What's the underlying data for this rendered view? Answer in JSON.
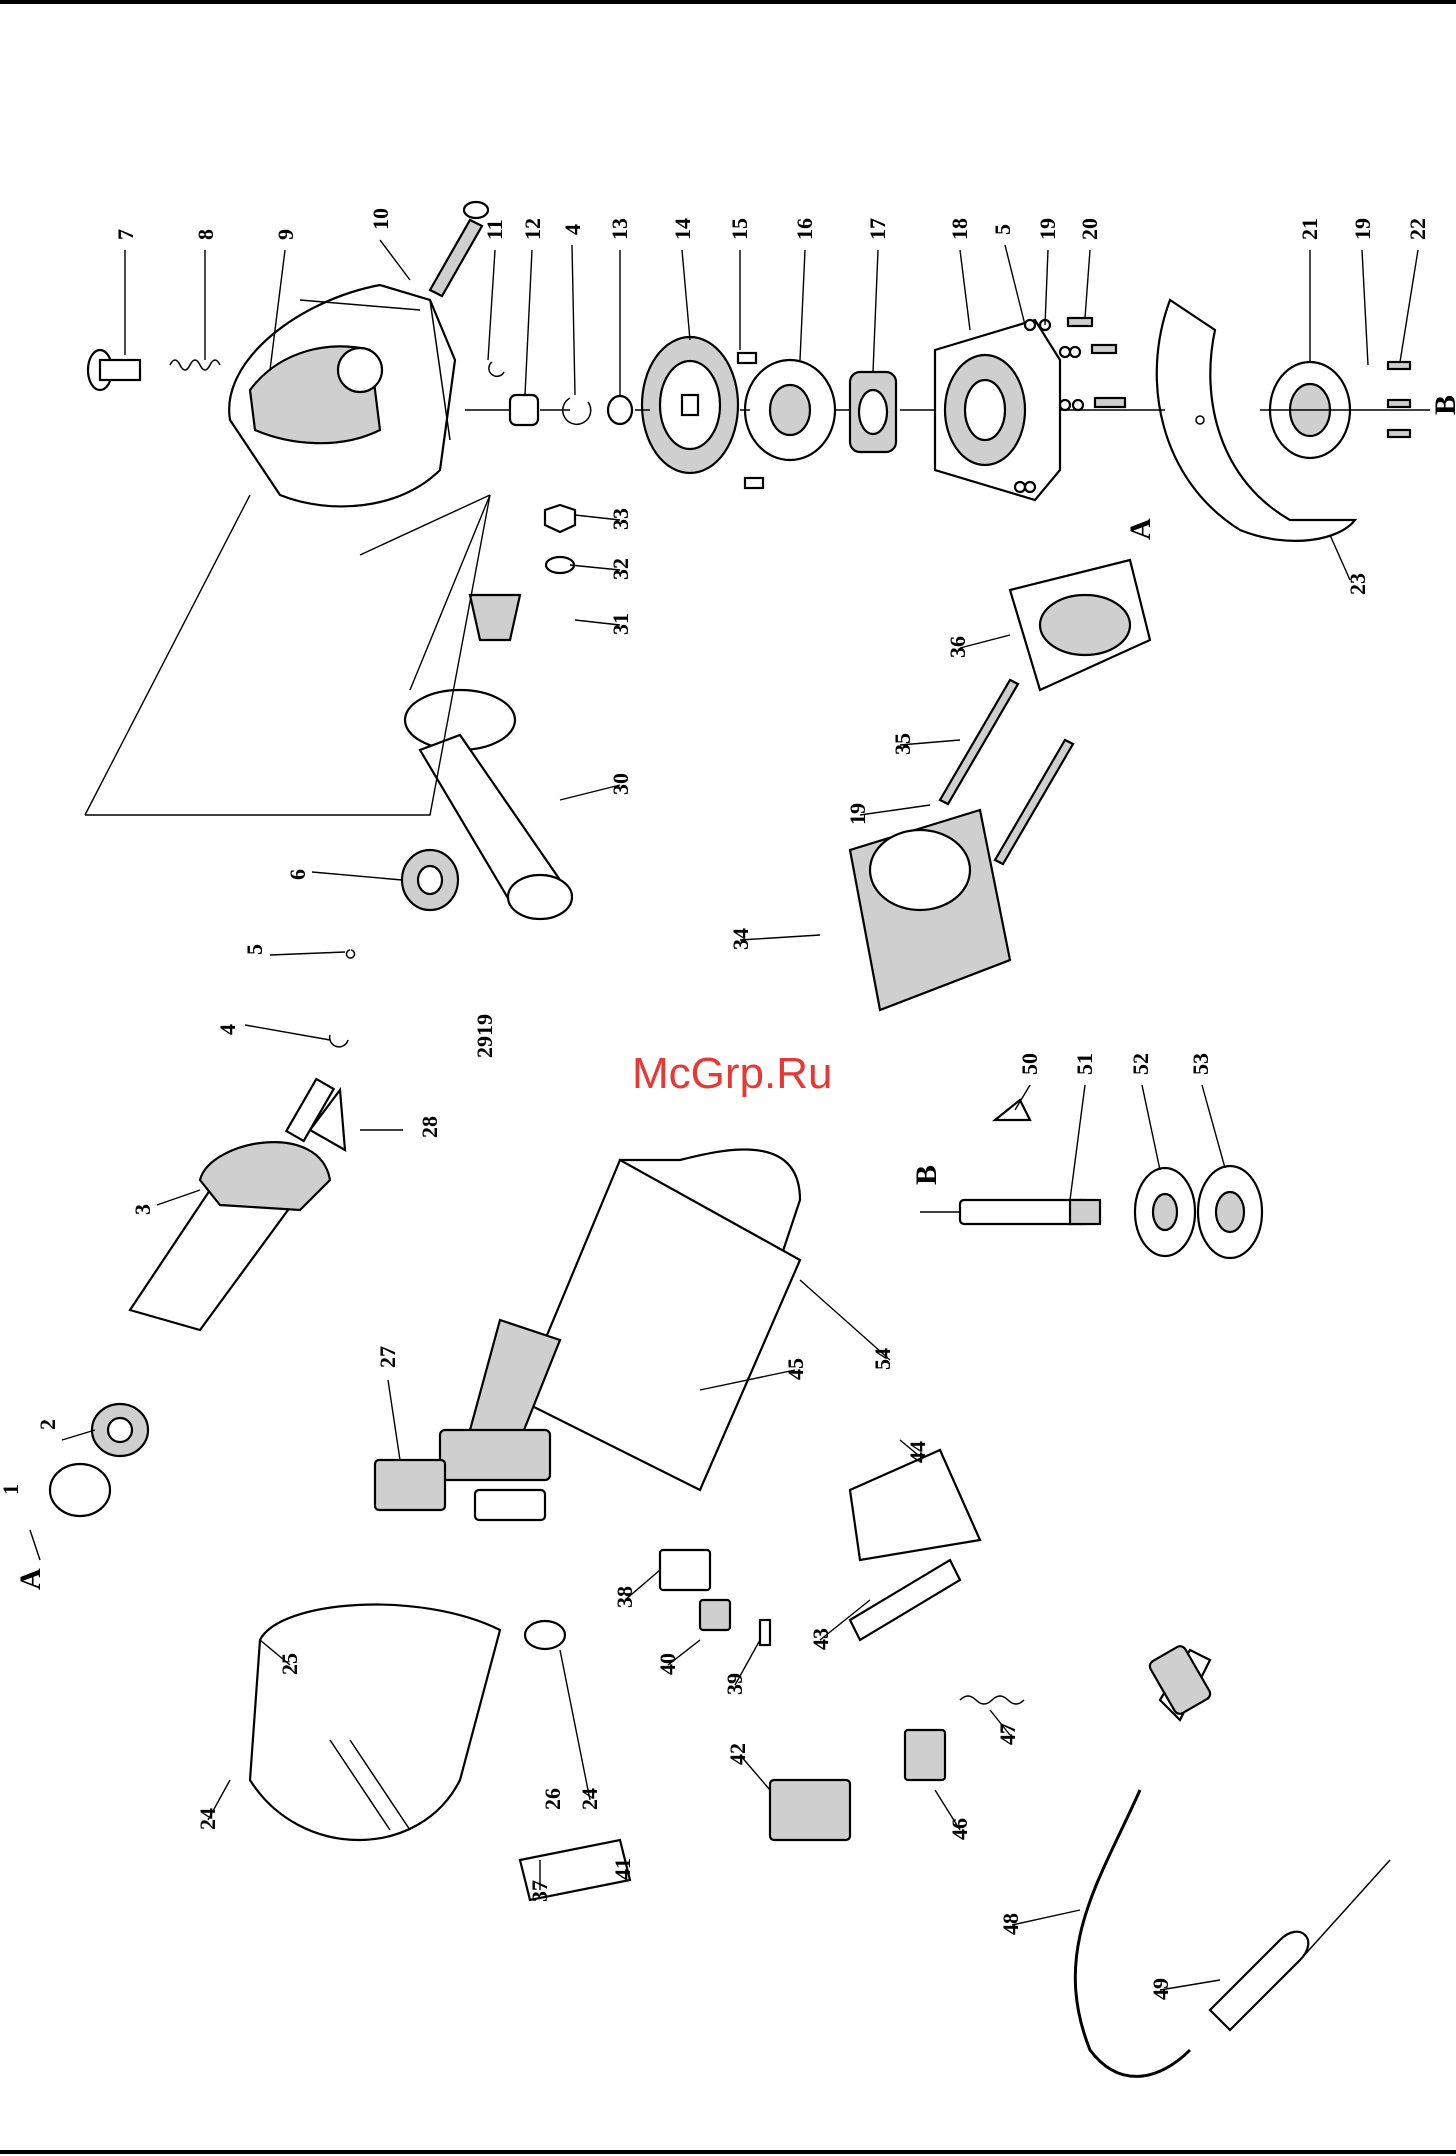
{
  "watermark": "McGrp.Ru",
  "section_markers": {
    "a_left": "A",
    "a_right": "A",
    "b_top": "B",
    "b_mid": "B"
  },
  "part_numbers": {
    "p1": "1",
    "p2": "2",
    "p3": "3",
    "p4a": "4",
    "p4b": "4",
    "p5a": "5",
    "p5b": "5",
    "p6": "6",
    "p7": "7",
    "p8": "8",
    "p9": "9",
    "p10": "10",
    "p11": "11",
    "p12": "12",
    "p13": "13",
    "p14": "14",
    "p15": "15",
    "p16": "16",
    "p17": "17",
    "p18": "18",
    "p19a": "19",
    "p19b": "19",
    "p19c": "19",
    "p20": "20",
    "p21": "21",
    "p22": "22",
    "p23": "23",
    "p24a": "24",
    "p24b": "24",
    "p25": "25",
    "p26": "26",
    "p27": "27",
    "p28": "28",
    "p29": "2919",
    "p30": "30",
    "p31": "31",
    "p32": "32",
    "p33": "33",
    "p34": "34",
    "p35": "35",
    "p36": "36",
    "p37": "37",
    "p38": "38",
    "p39": "39",
    "p40": "40",
    "p41": "41",
    "p42": "42",
    "p43": "43",
    "p44": "44",
    "p45": "45",
    "p46": "46",
    "p47": "47",
    "p48": "48",
    "p49": "49",
    "p50": "50",
    "p51": "51",
    "p52": "52",
    "p53": "53",
    "p54": "54"
  }
}
